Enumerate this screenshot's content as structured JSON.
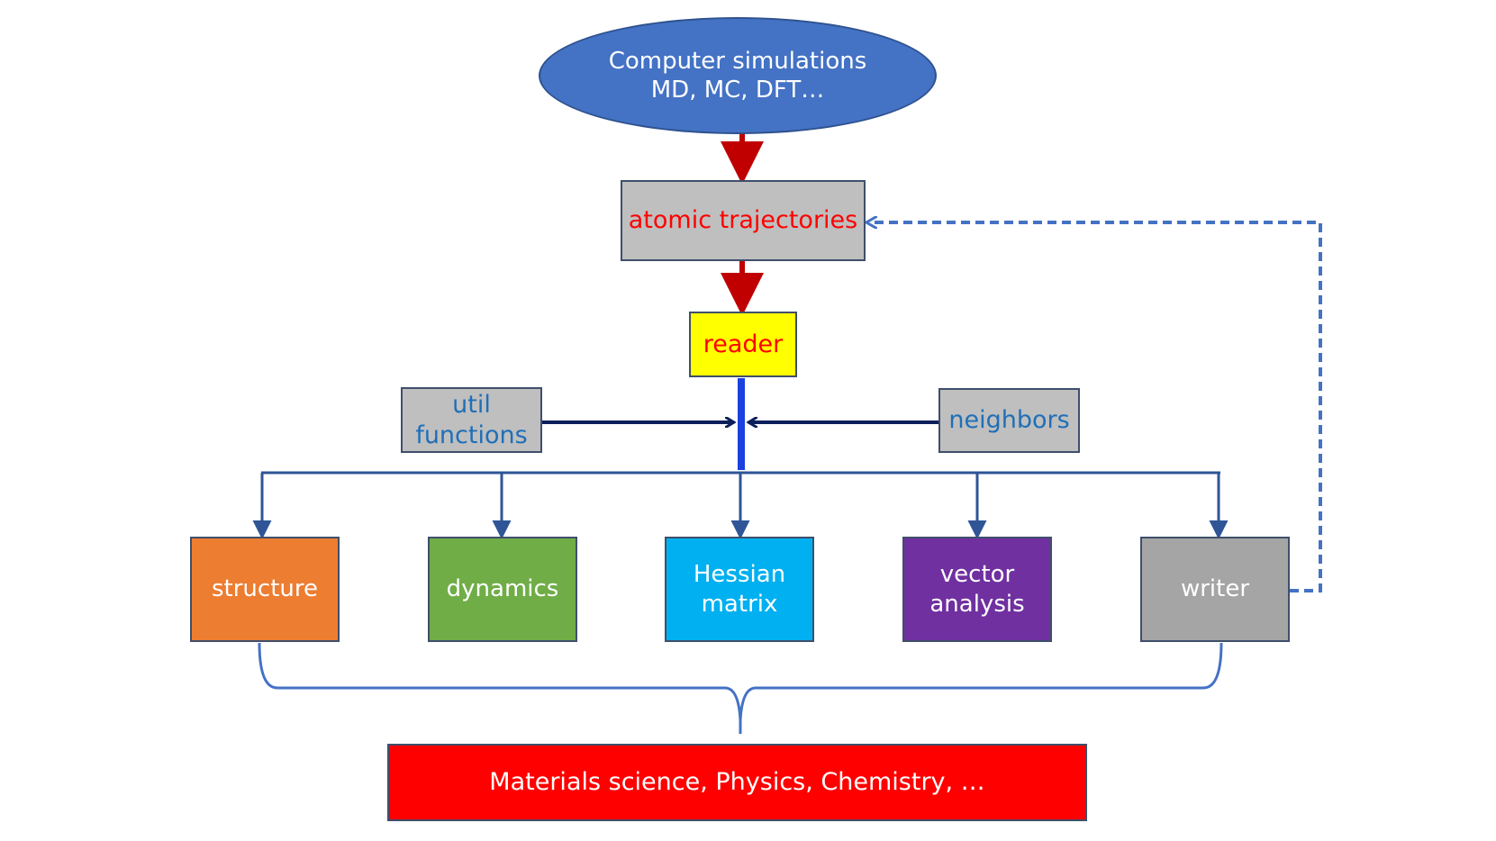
{
  "nodes": {
    "simulations": "Computer simulations\nMD, MC, DFT…",
    "trajectories": "atomic trajectories",
    "reader": "reader",
    "util_functions": "util\nfunctions",
    "neighbors": "neighbors",
    "modules": {
      "structure": "structure",
      "dynamics": "dynamics",
      "hessian": "Hessian\nmatrix",
      "vector": "vector\nanalysis",
      "writer": "writer"
    },
    "applications": "Materials science, Physics, Chemistry, …"
  },
  "colors": {
    "simulations": "#4472c4",
    "trajectories_box": "#bfbfbf",
    "trajectories_text": "#ff0000",
    "reader_box": "#ffff00",
    "side_text": "#1f6fb8",
    "structure": "#ed7d31",
    "dynamics": "#70ad47",
    "hessian": "#00b0f0",
    "vector": "#7030a0",
    "writer": "#a5a5a5",
    "applications": "#ff0000",
    "red_arrow": "#c00000",
    "dark_arrow": "#0b1f5c",
    "bus_line": "#2f5597",
    "feedback_dashed": "#4472c4"
  }
}
